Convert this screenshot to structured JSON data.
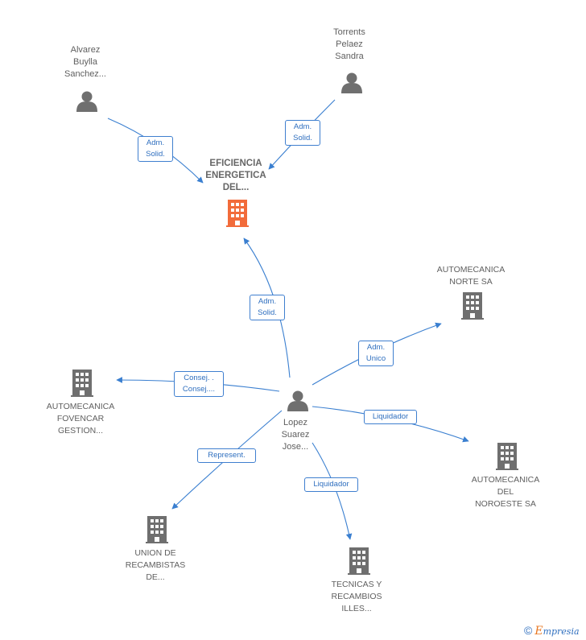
{
  "nodes": {
    "alvarez": {
      "lines": [
        "Alvarez",
        "Buylla",
        "Sanchez..."
      ],
      "kind": "person"
    },
    "torrents": {
      "lines": [
        "Torrents",
        "Pelaez",
        "Sandra"
      ],
      "kind": "person"
    },
    "eficiencia": {
      "lines": [
        "EFICIENCIA",
        "ENERGETICA",
        "DEL..."
      ],
      "kind": "company-main"
    },
    "norte": {
      "lines": [
        "AUTOMECANICA",
        "NORTE SA"
      ],
      "kind": "company"
    },
    "fovencar": {
      "lines": [
        "AUTOMECANICA",
        "FOVENCAR",
        "GESTION..."
      ],
      "kind": "company"
    },
    "lopez": {
      "lines": [
        "Lopez",
        "Suarez",
        "Jose..."
      ],
      "kind": "person"
    },
    "noroeste": {
      "lines": [
        "AUTOMECANICA",
        "DEL",
        "NOROESTE SA"
      ],
      "kind": "company"
    },
    "union": {
      "lines": [
        "UNION DE",
        "RECAMBISTAS",
        "DE..."
      ],
      "kind": "company"
    },
    "tecnicas": {
      "lines": [
        "TECNICAS Y",
        "RECAMBIOS",
        "ILLES..."
      ],
      "kind": "company"
    }
  },
  "relations": {
    "alvarez_eficiencia": [
      "Adm.",
      "Solid."
    ],
    "torrents_eficiencia": [
      "Adm.",
      "Solid."
    ],
    "lopez_eficiencia": [
      "Adm.",
      "Solid."
    ],
    "lopez_norte": [
      "Adm.",
      "Unico"
    ],
    "lopez_fovencar": [
      "Consej. .",
      "Consej...."
    ],
    "lopez_noroeste": [
      "Liquidador"
    ],
    "lopez_union": [
      "Represent."
    ],
    "lopez_tecnicas": [
      "Liquidador"
    ]
  },
  "colors": {
    "edge": "#3a7fd0",
    "person_icon": "#6f6f6f",
    "company_icon": "#6f6f6f",
    "main_company_icon": "#f26b3a"
  },
  "footer": {
    "copyright": "©",
    "brand_initial": "E",
    "brand_rest": "mpresia"
  }
}
